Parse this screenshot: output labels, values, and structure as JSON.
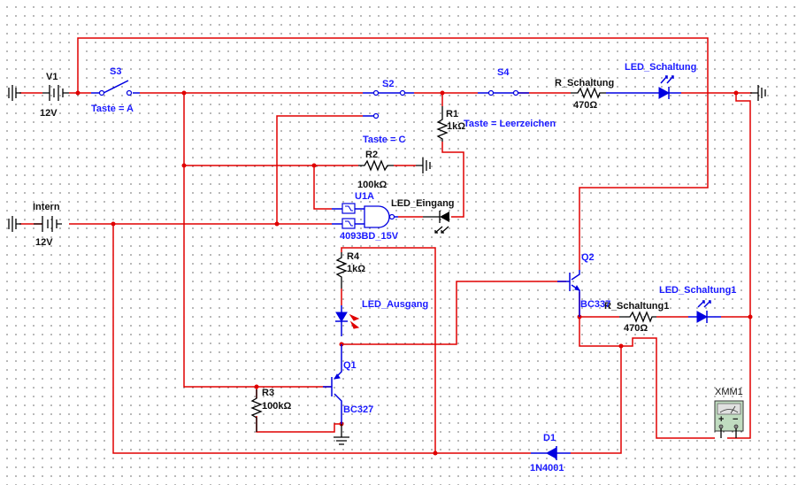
{
  "schematic": {
    "colors": {
      "wire": "#e00000",
      "component": "#0000e0",
      "label_blue": "#1a1aff",
      "label_black": "#111111",
      "meter_body": "#c0dcc0"
    },
    "sources": {
      "v1": {
        "name": "V1",
        "value": "12V"
      },
      "intern": {
        "name": "Intern",
        "value": "12V"
      }
    },
    "switches": {
      "s3": {
        "name": "S3",
        "key": "Taste = A"
      },
      "s2": {
        "name": "S2",
        "key": "Taste = C"
      },
      "s4": {
        "name": "S4",
        "key": "Taste = Leerzeichen"
      }
    },
    "resistors": {
      "r_schaltung": {
        "name": "R_Schaltung",
        "value": "470Ω"
      },
      "r1": {
        "name": "R1",
        "value": "1kΩ"
      },
      "r2": {
        "name": "R2",
        "value": "100kΩ"
      },
      "r3": {
        "name": "R3",
        "value": "100kΩ"
      },
      "r4": {
        "name": "R4",
        "value": "1kΩ"
      },
      "r_schaltung1": {
        "name": "R_Schaltung1",
        "value": "470Ω"
      }
    },
    "leds": {
      "led_schaltung": {
        "name": "LED_Schaltung"
      },
      "led_eingang": {
        "name": "LED_Eingang"
      },
      "led_ausgang": {
        "name": "LED_Ausgang"
      },
      "led_schaltung1": {
        "name": "LED_Schaltung1"
      }
    },
    "gate": {
      "name": "U1A",
      "part": "4093BD_15V"
    },
    "transistors": {
      "q1": {
        "name": "Q1",
        "part": "BC327"
      },
      "q2": {
        "name": "Q2",
        "part": "BC337"
      }
    },
    "diode": {
      "name": "D1",
      "part": "1N4001"
    },
    "meter": {
      "name": "XMM1",
      "plus": "+",
      "minus": "−"
    }
  }
}
